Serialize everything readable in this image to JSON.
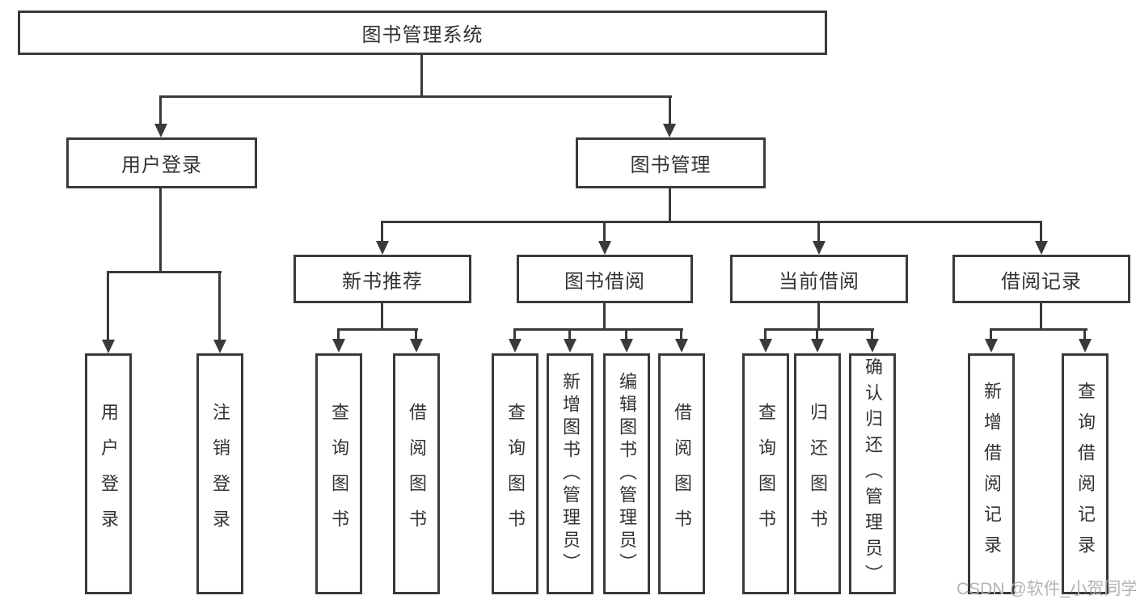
{
  "diagram": {
    "title": "图书管理系统",
    "type": "hierarchy-tree",
    "nodes": {
      "root": {
        "label": "图书管理系统"
      },
      "user_login": {
        "label": "用户登录"
      },
      "book_management": {
        "label": "图书管理"
      },
      "new_book_recommendation": {
        "label": "新书推荐"
      },
      "book_borrowing": {
        "label": "图书借阅"
      },
      "current_borrowing": {
        "label": "当前借阅"
      },
      "borrowing_records": {
        "label": "借阅记录"
      },
      "leaf_user_login": {
        "label": "用户登录"
      },
      "leaf_logout": {
        "label": "注销登录"
      },
      "leaf_query_books_recommend": {
        "label": "查询图书"
      },
      "leaf_borrow_books_recommend": {
        "label": "借阅图书"
      },
      "leaf_query_books_borrowing": {
        "label": "查询图书"
      },
      "leaf_add_books_admin": {
        "label": "新增图书（管理员）"
      },
      "leaf_edit_books_admin": {
        "label": "编辑图书（管理员）"
      },
      "leaf_borrow_books_borrowing": {
        "label": "借阅图书"
      },
      "leaf_query_books_current": {
        "label": "查询图书"
      },
      "leaf_return_books": {
        "label": "归还图书"
      },
      "leaf_confirm_return_admin": {
        "label": "确认归还（管理员）"
      },
      "leaf_add_borrowing_record": {
        "label": "新增借阅记录"
      },
      "leaf_query_borrowing_record": {
        "label": "查询借阅记录"
      }
    },
    "edges": [
      [
        "图书管理系统",
        "用户登录"
      ],
      [
        "图书管理系统",
        "图书管理"
      ],
      [
        "用户登录",
        "用户登录"
      ],
      [
        "用户登录",
        "注销登录"
      ],
      [
        "图书管理",
        "新书推荐"
      ],
      [
        "图书管理",
        "图书借阅"
      ],
      [
        "图书管理",
        "当前借阅"
      ],
      [
        "图书管理",
        "借阅记录"
      ],
      [
        "新书推荐",
        "查询图书"
      ],
      [
        "新书推荐",
        "借阅图书"
      ],
      [
        "图书借阅",
        "查询图书"
      ],
      [
        "图书借阅",
        "新增图书（管理员）"
      ],
      [
        "图书借阅",
        "编辑图书（管理员）"
      ],
      [
        "图书借阅",
        "借阅图书"
      ],
      [
        "当前借阅",
        "查询图书"
      ],
      [
        "当前借阅",
        "归还图书"
      ],
      [
        "当前借阅",
        "确认归还（管理员）"
      ],
      [
        "借阅记录",
        "新增借阅记录"
      ],
      [
        "借阅记录",
        "查询借阅记录"
      ]
    ]
  },
  "watermark": {
    "text": "CSDN @软件_小贺同学"
  },
  "colors": {
    "line": "#3a3a3a",
    "text": "#333333",
    "watermark": "#b4b4b4",
    "background": "#ffffff"
  }
}
